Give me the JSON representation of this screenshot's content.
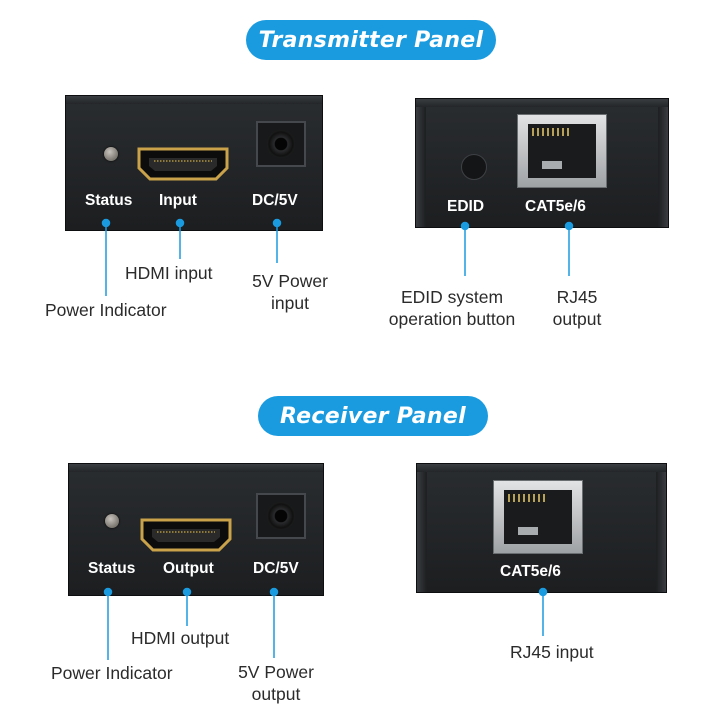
{
  "colors": {
    "accent": "#1a9be0",
    "device": "#1f2124",
    "line": "#1a9be0"
  },
  "transmitter": {
    "title": "Transmitter Panel",
    "front": {
      "status_label": "Status",
      "input_label": "Input",
      "dc_label": "DC/5V",
      "callouts": {
        "power_indicator": "Power Indicator",
        "hdmi_input": "HDMI input",
        "power_input_line1": "5V Power",
        "power_input_line2": "input"
      }
    },
    "back": {
      "edid_label": "EDID",
      "cat_label": "CAT5e/6",
      "callouts": {
        "edid_line1": "EDID system",
        "edid_line2": "operation button",
        "rj45_line1": "RJ45",
        "rj45_line2": "output"
      }
    }
  },
  "receiver": {
    "title": "Receiver Panel",
    "front": {
      "status_label": "Status",
      "output_label": "Output",
      "dc_label": "DC/5V",
      "callouts": {
        "power_indicator": "Power Indicator",
        "hdmi_output": "HDMI output",
        "power_input_line1": "5V Power",
        "power_input_line2": "output"
      }
    },
    "back": {
      "cat_label": "CAT5e/6",
      "callouts": {
        "rj45_input": "RJ45 input"
      }
    }
  }
}
